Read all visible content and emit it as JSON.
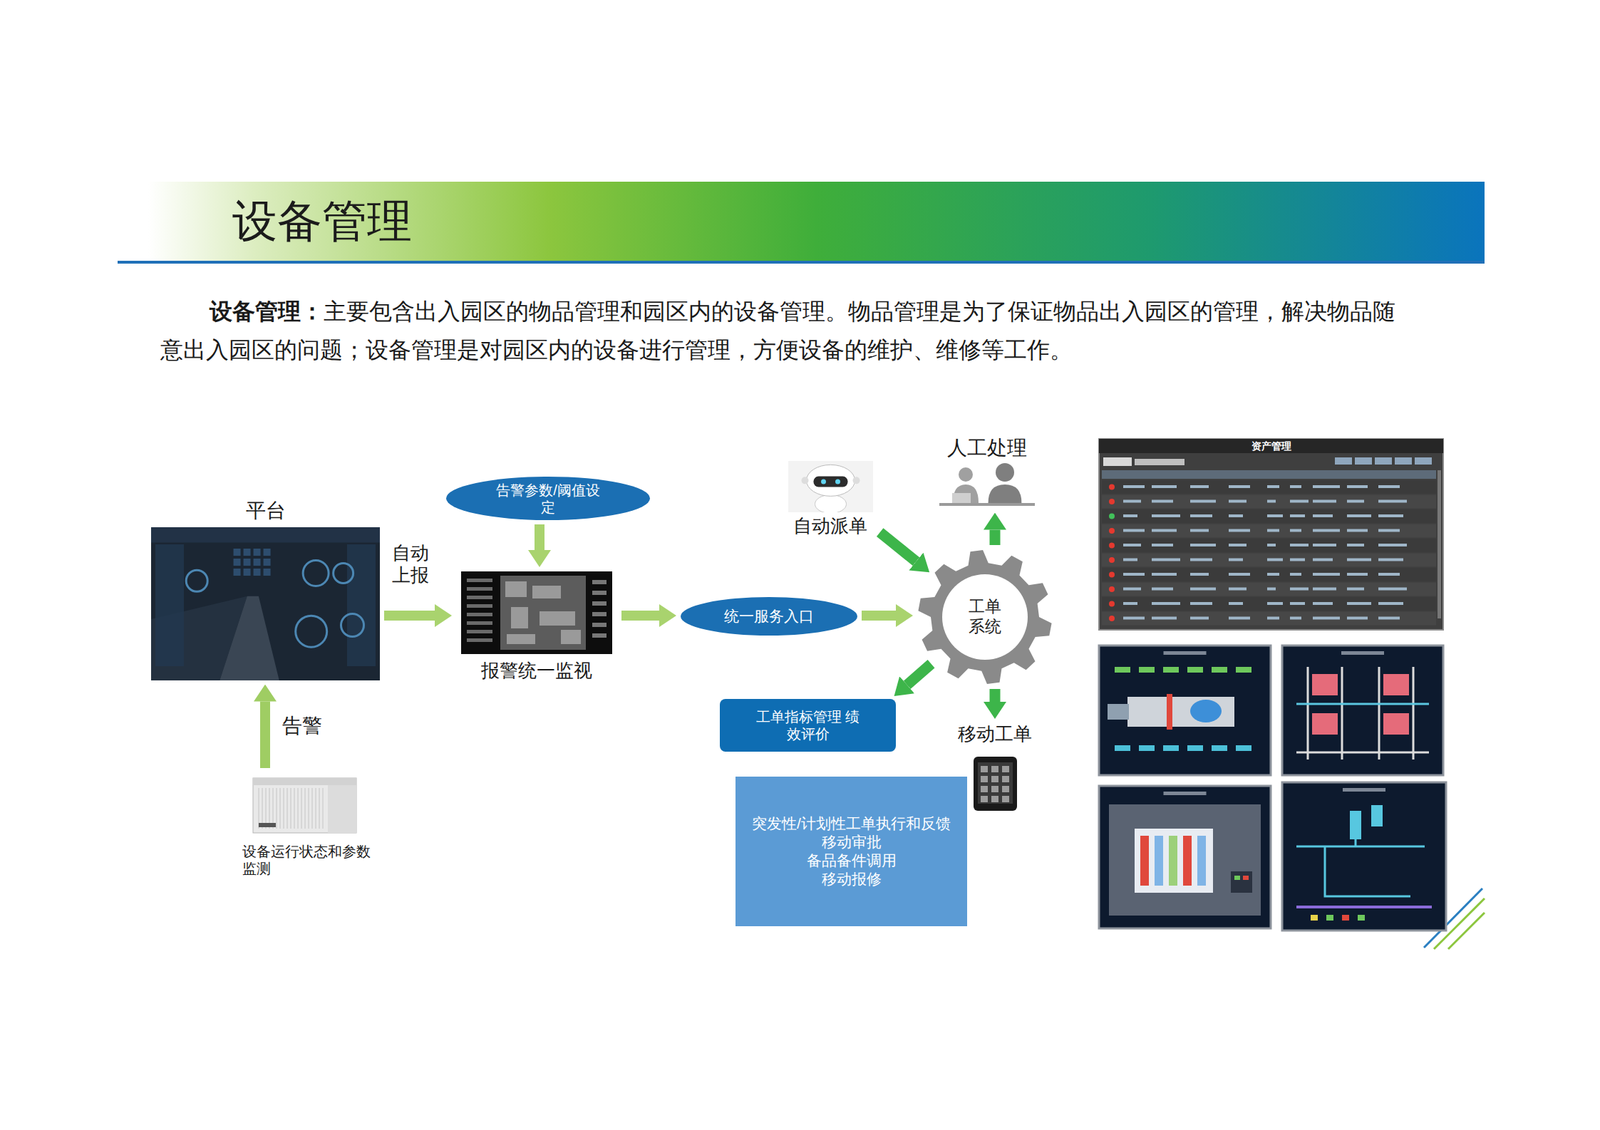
{
  "diagram": {
    "title": "设备管理",
    "nodes": [
      {
        "text": [
          "平台"
        ]
      },
      {
        "text": [
          "告警参数/阈值设 定"
        ]
      },
      {
        "text": [
          "报警统一监视"
        ]
      },
      {
        "text": [
          "统一服务入口"
        ]
      },
      {
        "text": [
          "自动派单"
        ]
      },
      {
        "text": [
          "人工处理"
        ]
      },
      {
        "text": [
          "工单 系统"
        ]
      },
      {
        "text": [
          "工单指标管理 绩效评价"
        ]
      },
      {
        "text": [
          "移动工单"
        ]
      },
      {
        "text": [
          "突发性/计划性工单执行和反馈",
          "移动审批",
          "备品备件调用",
          "移动报修"
        ]
      },
      {
        "text": [
          "设备运行状态和参数 监测"
        ]
      }
    ],
    "edges": [
      {
        "from": 10,
        "to": 0,
        "arrow": "to",
        "label": "告警"
      },
      {
        "from": 0,
        "to": 2,
        "arrow": "to",
        "label": "自动 上报"
      },
      {
        "from": 1,
        "to": 2,
        "arrow": "to"
      },
      {
        "from": 2,
        "to": 3,
        "arrow": "to"
      },
      {
        "from": 3,
        "to": 6,
        "arrow": "to"
      },
      {
        "from": 4,
        "to": 6,
        "arrow": "to"
      },
      {
        "from": 6,
        "to": 5,
        "arrow": "to"
      },
      {
        "from": 6,
        "to": 7,
        "arrow": "to"
      },
      {
        "from": 6,
        "to": 8,
        "arrow": "to"
      }
    ],
    "labels": [
      "设备管理：",
      "主要包含出入园区的物品管理和园区内的设备管理。物品管理是为了保证物品出入园区的管理，解决物品随 意出入园区的问题；设备管理是对园区内的设备进行管理，方便设备的维护、维修等工作。",
      "资产管理"
    ]
  }
}
